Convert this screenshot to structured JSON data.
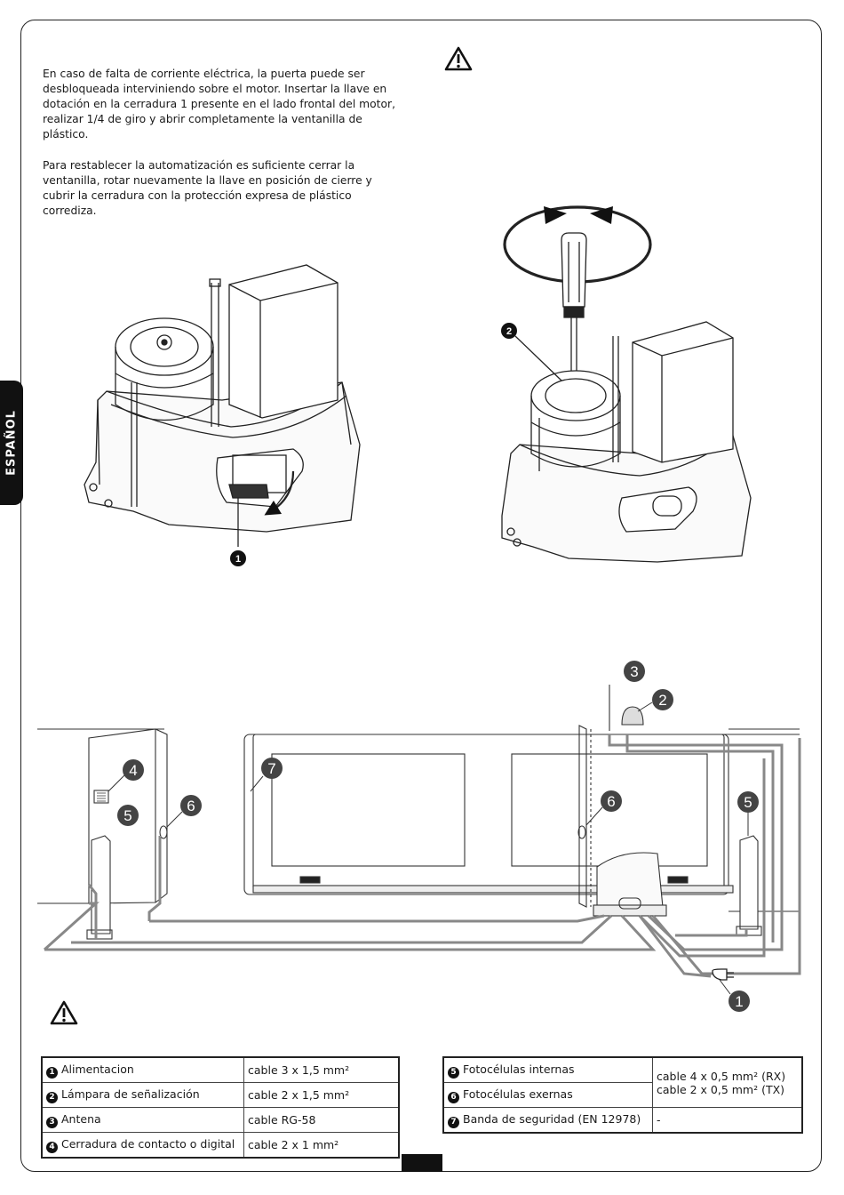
{
  "side_tab": "ESPAÑOL",
  "paragraph_1": "En caso de falta de corriente eléctrica, la puerta puede ser desbloqueada interviniendo sobre el motor. Insertar la llave en dotación en la cerradura 1 presente en el lado frontal del motor, realizar 1/4 de giro y abrir completamente la ventanilla de plástico.",
  "paragraph_2": "Para restablecer la automatización es suficiente cerrar la ventanilla, rotar nuevamente la llave en posición de cierre y cubrir la cerradura con la protección expresa de plástico corrediza.",
  "figure_callouts": {
    "motor_left": "1",
    "motor_right": "2"
  },
  "install_callouts": {
    "power": "1",
    "lamp": "2",
    "antenna": "3",
    "lock": "4",
    "photocell_internal_left": "5",
    "photocell_internal_right": "5",
    "photocell_external_left": "6",
    "photocell_external_right": "6",
    "safety_edge": "7"
  },
  "table_left": [
    {
      "n": "1",
      "label": "Alimentacion",
      "cable": "cable 3 x 1,5 mm²"
    },
    {
      "n": "2",
      "label": "Lámpara de señalización",
      "cable": "cable 2 x 1,5 mm²"
    },
    {
      "n": "3",
      "label": "Antena",
      "cable": "cable RG-58"
    },
    {
      "n": "4",
      "label": "Cerradura de contacto o digital",
      "cable": "cable 2 x 1 mm²"
    }
  ],
  "table_right": {
    "rows": [
      {
        "n": "5",
        "label": "Fotocélulas internas"
      },
      {
        "n": "6",
        "label": "Fotocélulas exernas"
      },
      {
        "n": "7",
        "label": "Banda de seguridad (EN 12978)"
      }
    ],
    "cable_rx": "cable 4 x 0,5 mm² (RX)",
    "cable_tx": "cable 2 x 0,5 mm² (TX)",
    "cable_edge": "-"
  }
}
